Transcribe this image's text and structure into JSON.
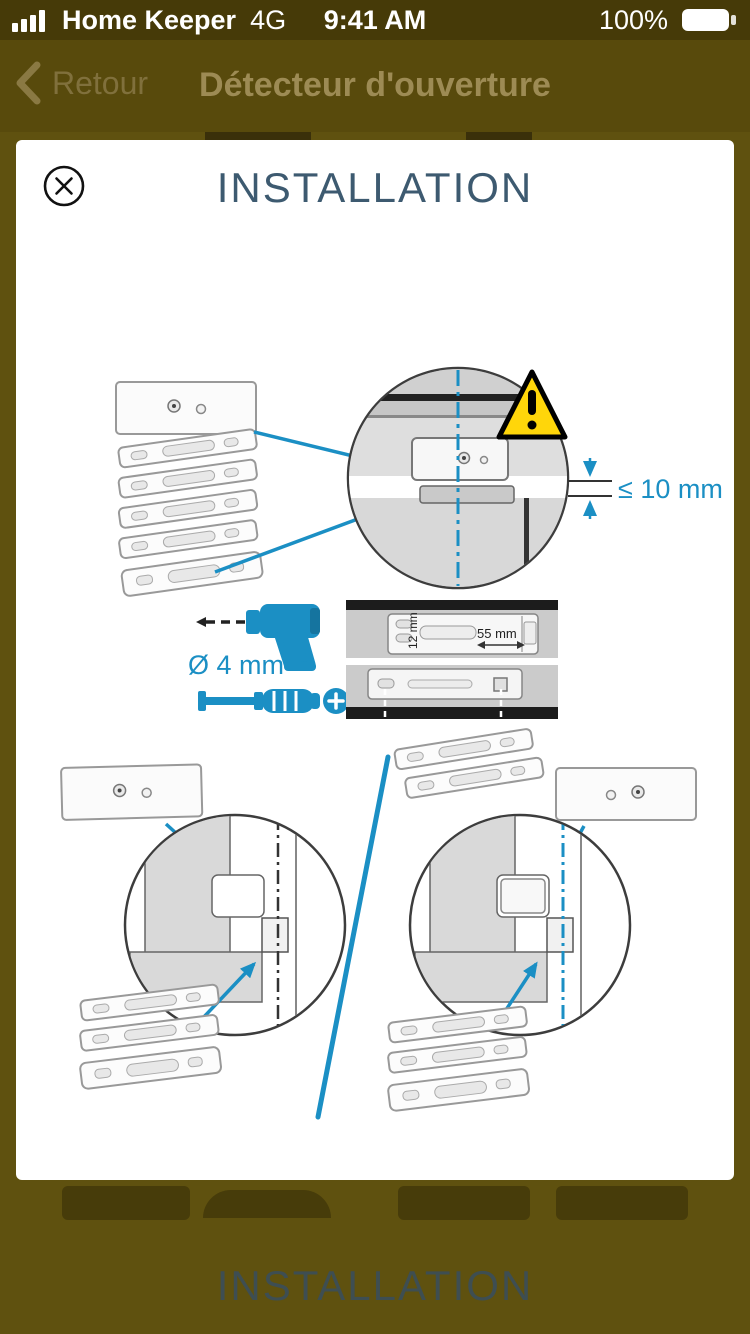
{
  "status_bar": {
    "carrier": "Home Keeper",
    "network": "4G",
    "time": "9:41 AM",
    "battery_percent": "100%"
  },
  "nav_bar": {
    "back_label": "Retour",
    "title": "Détecteur d'ouverture"
  },
  "modal": {
    "title": "INSTALLATION",
    "labels": {
      "gap_max": "≤ 10 mm",
      "drill_diameter": "Ø 4 mm",
      "sensor_width": "55 mm",
      "sensor_height": "12 mm"
    }
  },
  "background_page": {
    "section_title": "INSTALLATION"
  },
  "colors": {
    "accent_blue": "#1b8fc4",
    "warning_yellow": "#ffd60a",
    "heading": "#3d5a70"
  },
  "icons": {
    "back": "chevron-left",
    "close": "circled-x",
    "signal": "signal-bars",
    "battery": "battery-full",
    "warning": "warning-triangle",
    "tools": [
      "drill",
      "screwdriver",
      "phillips-head"
    ]
  }
}
